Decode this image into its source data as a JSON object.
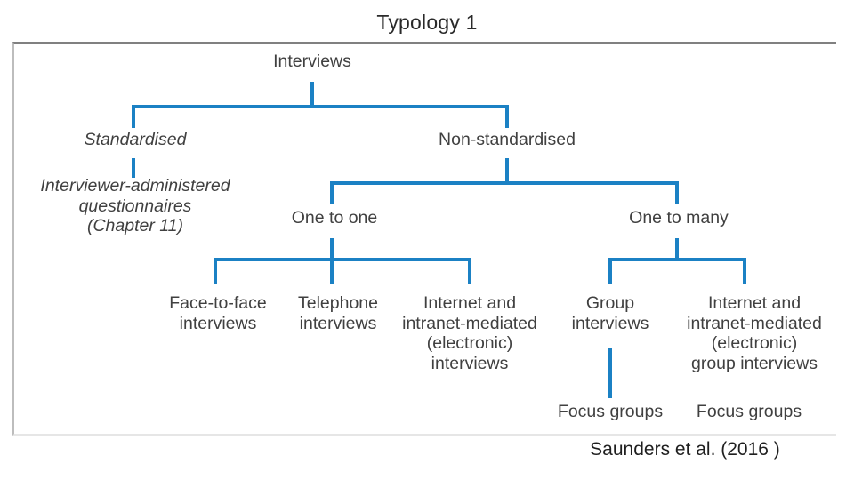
{
  "slide": {
    "title": "Typology 1",
    "citation": "Saunders et al. (2016 )",
    "accent_color": "#1b81c4",
    "text_color": "#404040"
  },
  "diagram": {
    "type": "tree",
    "nodes": {
      "root": "Interviews",
      "standardised": "Standardised",
      "interviewer_administered": "Interviewer-administered\nquestionnaires\n(Chapter 11)",
      "non_standardised": "Non-standardised",
      "one_to_one": "One to one",
      "one_to_many": "One to many",
      "face_to_face": "Face-to-face\ninterviews",
      "telephone": "Telephone\ninterviews",
      "internet_intranet": "Internet and\nintranet-mediated\n(electronic)\ninterviews",
      "group_interviews": "Group\ninterviews",
      "internet_intranet_group": "Internet and\nintranet-mediated\n(electronic)\ngroup interviews",
      "focus_groups_left": "Focus groups",
      "focus_groups_right": "Focus groups"
    }
  }
}
